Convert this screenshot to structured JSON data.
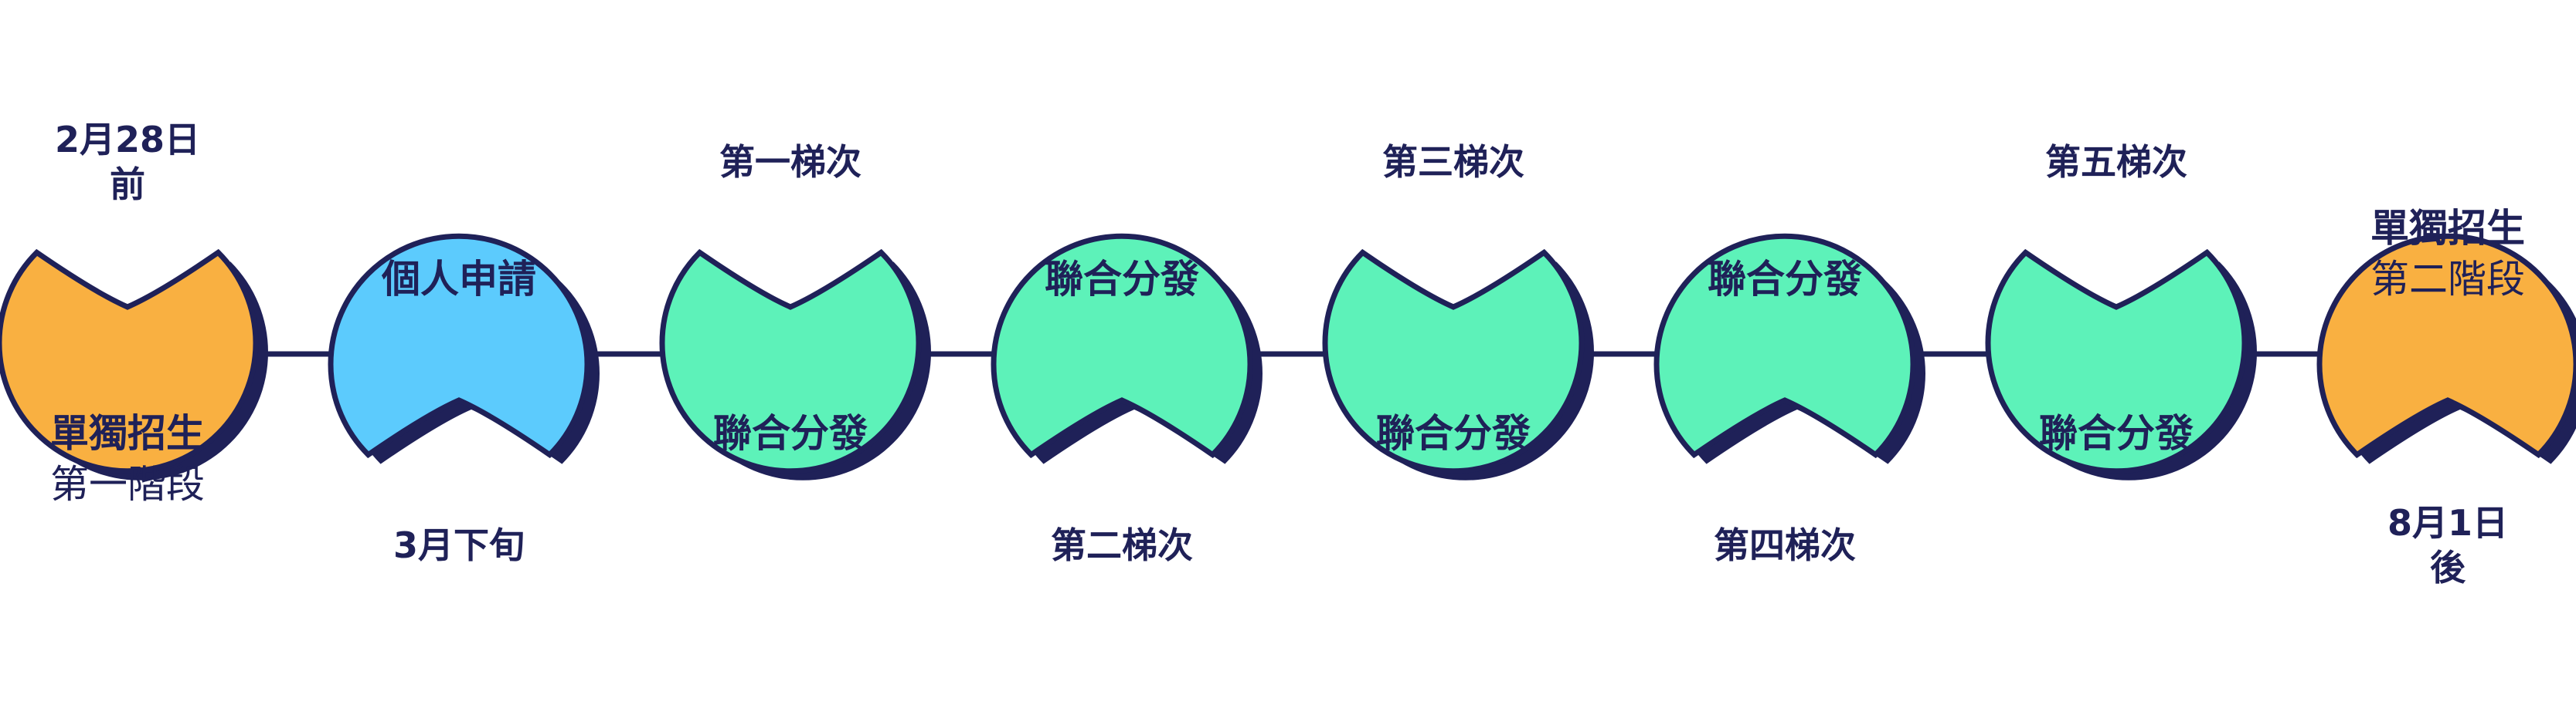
{
  "colors": {
    "navy": "#1f2158",
    "orange": "#f9b041",
    "blue": "#5ccbfd",
    "green": "#5df2b9"
  },
  "nodes": [
    {
      "bubble": {
        "lines": [
          "2月28日",
          "前"
        ],
        "color": "orange",
        "side": "above"
      },
      "label": {
        "lines": [
          "單獨招生",
          "第一階段"
        ],
        "weights": [
          "bold",
          "light"
        ],
        "side": "below"
      }
    },
    {
      "bubble": {
        "lines": [
          "3月下旬"
        ],
        "color": "blue",
        "side": "below"
      },
      "label": {
        "lines": [
          "個人申請"
        ],
        "weights": [
          "bold"
        ],
        "side": "above"
      }
    },
    {
      "bubble": {
        "lines": [
          "第一梯次"
        ],
        "color": "green",
        "side": "above"
      },
      "label": {
        "lines": [
          "聯合分發"
        ],
        "weights": [
          "bold"
        ],
        "side": "below"
      }
    },
    {
      "bubble": {
        "lines": [
          "第二梯次"
        ],
        "color": "green",
        "side": "below"
      },
      "label": {
        "lines": [
          "聯合分發"
        ],
        "weights": [
          "bold"
        ],
        "side": "above"
      }
    },
    {
      "bubble": {
        "lines": [
          "第三梯次"
        ],
        "color": "green",
        "side": "above"
      },
      "label": {
        "lines": [
          "聯合分發"
        ],
        "weights": [
          "bold"
        ],
        "side": "below"
      }
    },
    {
      "bubble": {
        "lines": [
          "第四梯次"
        ],
        "color": "green",
        "side": "below"
      },
      "label": {
        "lines": [
          "聯合分發"
        ],
        "weights": [
          "bold"
        ],
        "side": "above"
      }
    },
    {
      "bubble": {
        "lines": [
          "第五梯次"
        ],
        "color": "green",
        "side": "above"
      },
      "label": {
        "lines": [
          "聯合分發"
        ],
        "weights": [
          "bold"
        ],
        "side": "below"
      }
    },
    {
      "bubble": {
        "lines": [
          "8月1日",
          "後"
        ],
        "color": "orange",
        "side": "below"
      },
      "label": {
        "lines": [
          "單獨招生",
          "第二階段"
        ],
        "weights": [
          "bold",
          "light"
        ],
        "side": "above"
      }
    }
  ]
}
